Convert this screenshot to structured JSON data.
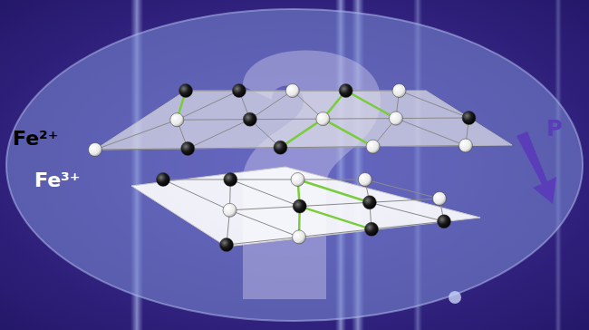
{
  "diagram": {
    "labels": [
      "Fe²⁺",
      "Fe³⁺",
      "P"
    ]
  }
}
